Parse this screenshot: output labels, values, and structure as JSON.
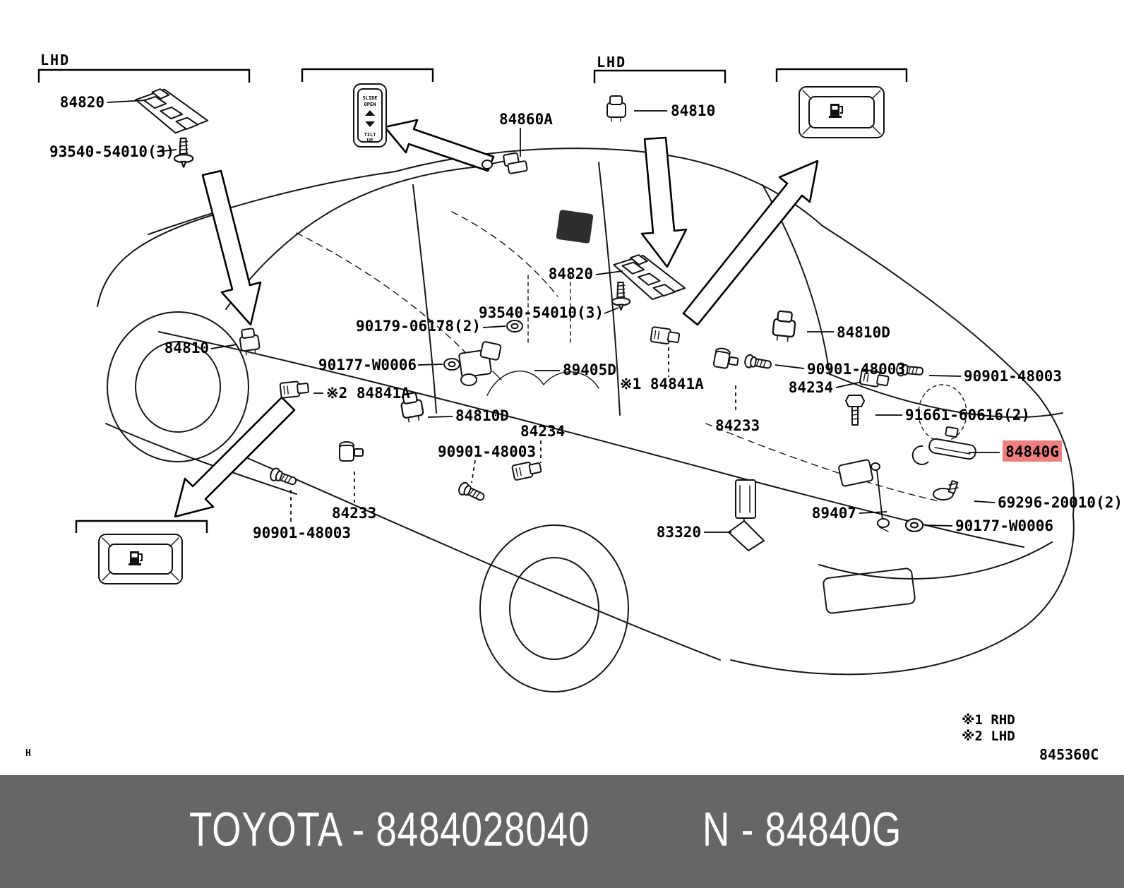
{
  "footer": {
    "brand_part": "TOYOTA - 8484028040",
    "number_code": "N - 84840G",
    "background": "#666666",
    "text_color": "#ffffff"
  },
  "diagram": {
    "sheet_mark": "H",
    "drawing_code": "845360C",
    "legend": {
      "rhd": "※1 RHD",
      "lhd": "※2 LHD"
    },
    "region_labels": {
      "lhd_front": "LHD",
      "lhd_rear": "LHD"
    },
    "sunroof_switch": {
      "slide": "SLIDE",
      "open": "OPEN",
      "tilt": "TILT",
      "up": "UP"
    },
    "highlight": {
      "bg": "#f08080",
      "fg": "#7a0c0c"
    },
    "labels": {
      "p84820_front": "84820",
      "p93540_front": "93540-54010(3)",
      "p84860a": "84860A",
      "p84810_top": "84810",
      "p84810_front": "84810",
      "p90179": "90179-06178(2)",
      "p90177_center": "90177-W0006",
      "p84841a_lhd": "※2 84841A",
      "p89405d": "89405D",
      "p84841a_rhd": "※1 84841A",
      "p84820_rear": "84820",
      "p93540_rear": "93540-54010(3)",
      "p84810d_center": "84810D",
      "p84234_center": "84234",
      "p90901_center": "90901-48003",
      "p84233_front": "84233",
      "p90901_front": "90901-48003",
      "p84810d_rear": "84810D",
      "p90901_rear_a": "90901-48003",
      "p90901_rear_b": "90901-48003",
      "p84234_rear": "84234",
      "p84233_rear": "84233",
      "p91661": "91661-60616(2)",
      "p84840g": "84840G",
      "p69296": "69296-20010(2)",
      "p90177_rear": "90177-W0006",
      "p89407": "89407",
      "p83320": "83320"
    }
  }
}
